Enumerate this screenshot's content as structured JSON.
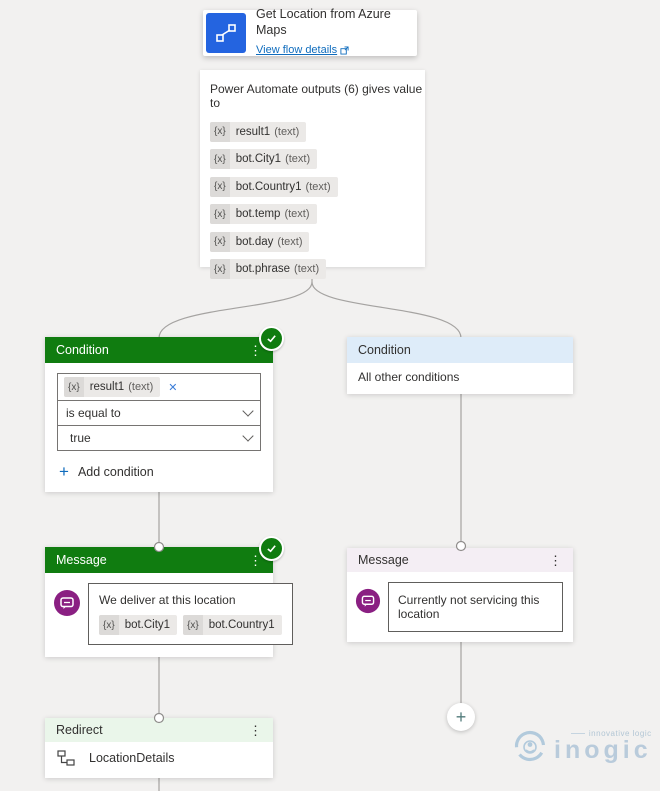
{
  "colors": {
    "canvas_bg": "#f2f1f0",
    "node_green": "#107c10",
    "header_blue": "#deecf9",
    "header_lavender": "#f4eef4",
    "header_lightgreen": "#eaf6ea",
    "power_automate_blue": "#2464e0",
    "message_purple": "#8a1f82",
    "link_blue": "#0f6cbd",
    "connector_gray": "#a5a3a1"
  },
  "icons": {
    "more": "⋮",
    "close": "✕",
    "plus": "+",
    "add_plus": "+"
  },
  "flow_node": {
    "title": "Get Location from Azure Maps",
    "link": "View flow details",
    "outputs_label": "Power Automate outputs (6) gives value to",
    "outputs": [
      {
        "badge": "{x}",
        "name": "result1",
        "type": "(text)"
      },
      {
        "badge": "{x}",
        "name": "bot.City1",
        "type": "(text)"
      },
      {
        "badge": "{x}",
        "name": "bot.Country1",
        "type": "(text)"
      },
      {
        "badge": "{x}",
        "name": "bot.temp",
        "type": "(text)"
      },
      {
        "badge": "{x}",
        "name": "bot.day",
        "type": "(text)"
      },
      {
        "badge": "{x}",
        "name": "bot.phrase",
        "type": "(text)"
      }
    ]
  },
  "condition_left": {
    "header": "Condition",
    "chip": {
      "badge": "{x}",
      "name": "result1",
      "type": "(text)"
    },
    "operator": "is equal to",
    "value": "true",
    "add_condition": "Add condition"
  },
  "condition_right": {
    "header": "Condition",
    "body": "All other conditions"
  },
  "message_left": {
    "header": "Message",
    "text": "We deliver at this location",
    "chips": [
      {
        "badge": "{x}",
        "name": "bot.City1"
      },
      {
        "badge": "{x}",
        "name": "bot.Country1"
      }
    ]
  },
  "message_right": {
    "header": "Message",
    "text": "Currently not servicing this location"
  },
  "redirect": {
    "header": "Redirect",
    "target": "LocationDetails"
  },
  "watermark": {
    "brand": "inogic",
    "tagline": "innovative logic"
  }
}
